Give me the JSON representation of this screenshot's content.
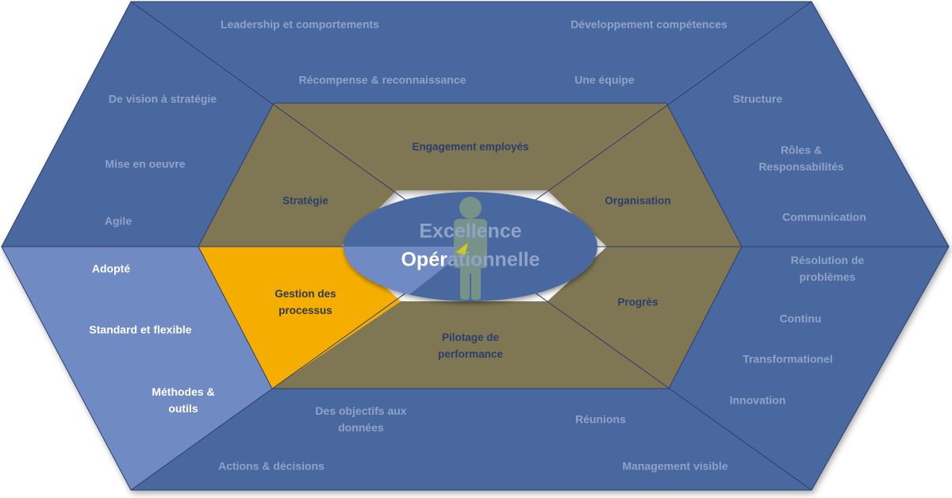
{
  "colors": {
    "outer": "#4a679f",
    "outer_active": "#6f8ac4",
    "inner": "#7f7653",
    "inner_active": "#f5ad00",
    "center": "#4a679f",
    "center_active": "#6f8ac4",
    "divider": "#2c3e6c",
    "person": "#7e9a86"
  },
  "center": {
    "line1": "Excellence",
    "line2": "Opérationnelle"
  },
  "inner_segments": [
    {
      "id": "engagement",
      "label": "Engagement employés",
      "active": false
    },
    {
      "id": "organisation",
      "label": "Organisation",
      "active": false
    },
    {
      "id": "progres",
      "label": "Progrès",
      "active": false
    },
    {
      "id": "pilotage",
      "label": "Pilotage de performance",
      "active": false
    },
    {
      "id": "processus",
      "label": "Gestion des processus",
      "active": true
    },
    {
      "id": "strategie",
      "label": "Stratégie",
      "active": false
    }
  ],
  "outer_labels": {
    "top": [
      "Leadership et comportements",
      "Développement compétences",
      "Récompense & reconnaissance",
      "Une équipe"
    ],
    "upper_left": [
      "De vision à stratégie",
      "Mise en oeuvre",
      "Agile"
    ],
    "upper_right": [
      "Structure",
      "Rôles & Responsabilités",
      "Communication"
    ],
    "lower_left": [
      "Adopté",
      "Standard et flexible",
      "Méthodes & outils"
    ],
    "lower_right": [
      "Résolution de problèmes",
      "Continu",
      "Transformationel",
      "Innovation"
    ],
    "bottom": [
      "Des objectifs aux données",
      "Réunions",
      "Actions & décisions",
      "Management visible"
    ]
  }
}
